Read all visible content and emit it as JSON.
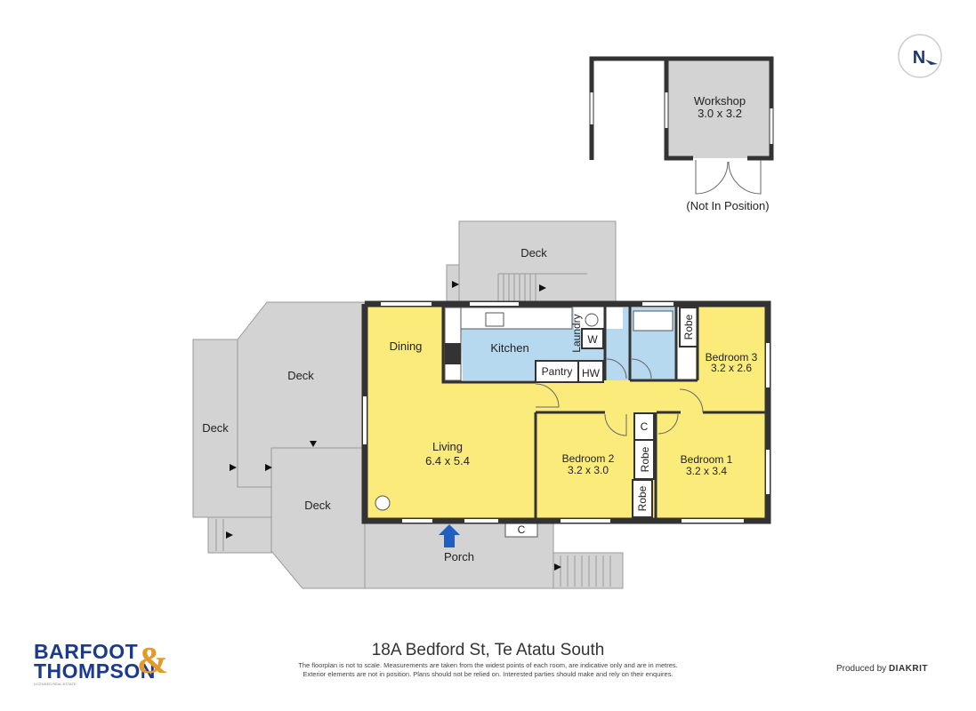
{
  "compass": {
    "label": "N"
  },
  "workshop": {
    "name": "Workshop",
    "size": "3.0 x 3.2",
    "note": "(Not In Position)"
  },
  "rooms": {
    "deck_top": "Deck",
    "deck_left": "Deck",
    "deck_mid": "Deck",
    "deck_low": "Deck",
    "dining": "Dining",
    "kitchen": "Kitchen",
    "laundry": "Laundry",
    "w": "W",
    "pantry": "Pantry",
    "hw": "HW",
    "robe1": "Robe",
    "robe2": "Robe",
    "robe3": "Robe",
    "bedroom3": {
      "name": "Bedroom 3",
      "size": "3.2 x 2.6"
    },
    "bedroom2": {
      "name": "Bedroom 2",
      "size": "3.2 x 3.0"
    },
    "bedroom1": {
      "name": "Bedroom 1",
      "size": "3.2 x 3.4"
    },
    "living": {
      "name": "Living",
      "size": "6.4 x 5.4"
    },
    "c_hall": "C",
    "c_porch": "C",
    "porch": "Porch"
  },
  "colors": {
    "living": "#fbeb7b",
    "wet": "#b7d9ef",
    "deck": "#d3d3d3",
    "wall": "#333333",
    "arrow": "#1f5fbf"
  },
  "footer": {
    "address": "18A Bedford St, Te Atatu South",
    "disclaimer_line1": "The floorplan is not to scale. Measurements are taken from the widest points of each room, are indicative only and are in metres.",
    "disclaimer_line2": "Exterior elements are not in position. Plans should not be relied on. Interested parties should make and rely on their enquires.",
    "produced_by": "Produced by",
    "producer": "DIAKRIT"
  },
  "brand": {
    "line1": "BARFOOT",
    "line2": "THOMPSON",
    "amp": "&",
    "tag": "LICENSED REAL ESTATE"
  }
}
